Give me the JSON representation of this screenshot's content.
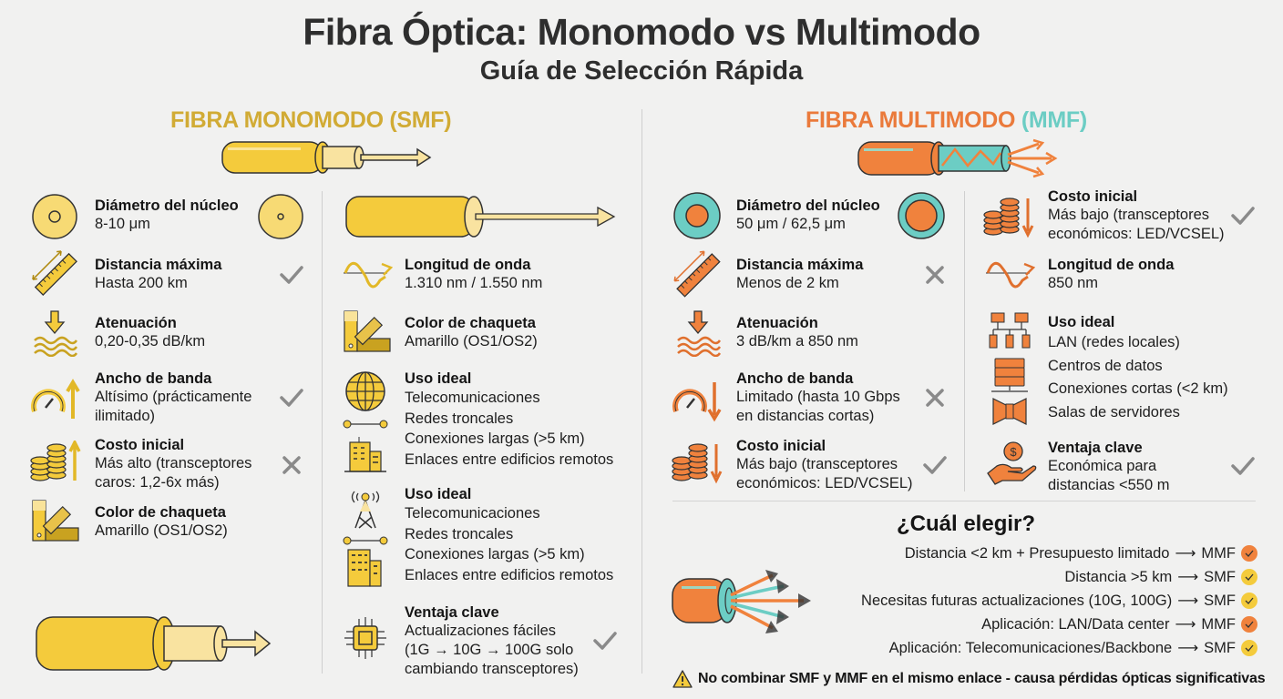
{
  "header": {
    "title": "Fibra Óptica: Monomodo vs Multimodo",
    "subtitle": "Guía de Selección Rápida"
  },
  "colors": {
    "smf_yellow": "#f4cb3c",
    "smf_title": "#d1ab35",
    "mmf_orange": "#f0823d",
    "mmf_teal": "#6ccdc4",
    "check_gray": "#8a8a8a"
  },
  "smf": {
    "title": "FIBRA MONOMODO (SMF)",
    "left_column": [
      {
        "icon": "core-circle-icon",
        "heading": "Diámetro del núcleo",
        "lines": [
          "8-10 μm"
        ],
        "mark": "none"
      },
      {
        "icon": "ruler-icon",
        "heading": "Distancia máxima",
        "lines": [
          "Hasta 200 km"
        ],
        "mark": "check"
      },
      {
        "icon": "attenuation-icon",
        "heading": "Atenuación",
        "lines": [
          "0,20-0,35 dB/km"
        ],
        "mark": "none"
      },
      {
        "icon": "speedometer-up-icon",
        "heading": "Ancho de banda",
        "lines": [
          "Altísimo (prácticamente",
          "ilimitado)"
        ],
        "mark": "check"
      },
      {
        "icon": "coins-up-icon",
        "heading": "Costo inicial",
        "lines": [
          "Más alto (transceptores",
          "caros: 1,2-6x más)"
        ],
        "mark": "cross"
      },
      {
        "icon": "color-swatch-icon",
        "heading": "Color de chaqueta",
        "lines": [
          "Amarillo (OS1/OS2)"
        ],
        "mark": "none"
      }
    ],
    "right_column": [
      {
        "icon": "wave-icon",
        "heading": "Longitud de onda",
        "lines": [
          "1.310 nm / 1.550 nm"
        ],
        "mark": "none"
      },
      {
        "icon": "color-swatch-icon",
        "heading": "Color de chaqueta",
        "lines": [
          "Amarillo (OS1/OS2)"
        ],
        "mark": "none"
      },
      {
        "icon": "globe-icon",
        "heading": "Uso ideal",
        "lines": [
          "Telecomunicaciones",
          "Redes troncales",
          "Conexiones largas (>5 km)",
          "Enlaces entre edificios remotos"
        ],
        "mark": "none"
      },
      {
        "icon": "antenna-tower-icon",
        "heading": "Uso ideal",
        "lines": [
          "Telecomunicaciones",
          "Redes troncales",
          "Conexiones largas (>5 km)",
          "Enlaces entre edificios remotos"
        ],
        "mark": "none"
      },
      {
        "icon": "chip-icon",
        "heading": "Ventaja clave",
        "lines": [
          "Actualizaciones fáciles",
          "(1G → 10G → 100G solo",
          "cambiando transceptores)"
        ],
        "mark": "check"
      }
    ]
  },
  "mmf": {
    "title_main": "FIBRA MULTIMODO ",
    "title_accent": "(MMF)",
    "left_column": [
      {
        "icon": "core-circle-icon",
        "heading": "Diámetro del núcleo",
        "lines": [
          "50 μm / 62,5 μm"
        ],
        "mark": "none"
      },
      {
        "icon": "ruler-icon",
        "heading": "Distancia máxima",
        "lines": [
          "Menos de 2 km"
        ],
        "mark": "cross"
      },
      {
        "icon": "attenuation-icon",
        "heading": "Atenuación",
        "lines": [
          "3 dB/km a 850 nm"
        ],
        "mark": "none"
      },
      {
        "icon": "speedometer-down-icon",
        "heading": "Ancho de banda",
        "lines": [
          "Limitado (hasta 10 Gbps",
          "en distancias cortas)"
        ],
        "mark": "cross"
      },
      {
        "icon": "coins-down-icon",
        "heading": "Costo inicial",
        "lines": [
          "Más bajo (transceptores",
          "económicos: LED/VCSEL)"
        ],
        "mark": "check"
      }
    ],
    "right_column": [
      {
        "icon": "coins-down-icon",
        "heading": "Costo inicial",
        "lines": [
          "Más bajo (transceptores",
          "económicos: LED/VCSEL)"
        ],
        "mark": "check"
      },
      {
        "icon": "wave-icon",
        "heading": "Longitud de onda",
        "lines": [
          "850 nm"
        ],
        "mark": "none"
      },
      {
        "icon": "network-icon",
        "heading": "Uso ideal",
        "lines": [
          "LAN (redes locales)",
          "Centros de datos",
          "Conexiones cortas (<2 km)",
          "Salas de servidores"
        ],
        "mark": "none"
      },
      {
        "icon": "hand-money-icon",
        "heading": "Ventaja clave",
        "lines": [
          "Económica para",
          "distancias <550 m"
        ],
        "mark": "check"
      }
    ]
  },
  "choose": {
    "title": "¿Cuál elegir?",
    "arrow": "⟶",
    "rules": [
      {
        "condition": "Distancia <2 km + Presupuesto limitado",
        "result": "MMF",
        "badge": "orange"
      },
      {
        "condition": "Distancia >5 km",
        "result": "SMF",
        "badge": "yellow"
      },
      {
        "condition": "Necesitas futuras actualizaciones (10G, 100G)",
        "result": "SMF",
        "badge": "yellow"
      },
      {
        "condition": "Aplicación: LAN/Data center",
        "result": "MMF",
        "badge": "orange"
      },
      {
        "condition": "Aplicación: Telecomunicaciones/Backbone",
        "result": "SMF",
        "badge": "yellow"
      }
    ]
  },
  "warning": {
    "icon": "warning-icon",
    "text": "No combinar SMF y MMF en el mismo enlace - causa pérdidas ópticas significativas"
  }
}
